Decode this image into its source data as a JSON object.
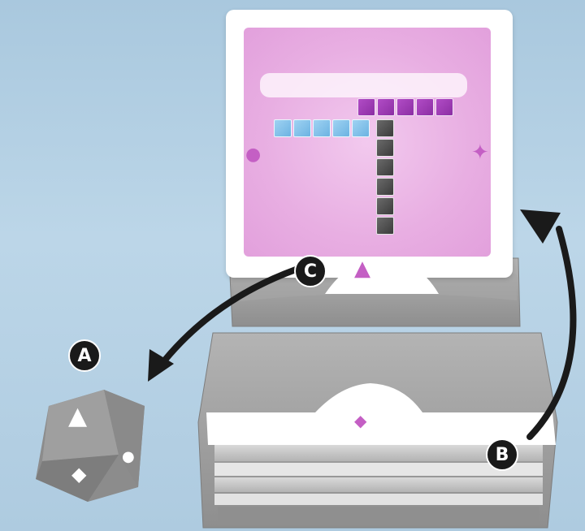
{
  "labels": {
    "a": "A",
    "b": "B",
    "c": "C"
  },
  "icons": {
    "card_left": "snow-owl-icon",
    "card_right": "fish-icon",
    "card_bottom": "polar-bear-icon",
    "tray_front": "fish-icon",
    "die_top": "polar-bear-icon",
    "die_front": "fish-icon",
    "die_side": "snow-owl-icon"
  },
  "colors": {
    "background": "#b3d0e4",
    "card_field": "#e8aee2",
    "purple_tiles": "#9b37b3",
    "blue_tiles": "#82c1e9",
    "gray_tiles": "#4f4f4f",
    "tray": "#9a9a9a",
    "labels": "#1a1a1a"
  },
  "tiles": {
    "purple_count": 5,
    "blue_count": 5,
    "gray_count": 6
  }
}
